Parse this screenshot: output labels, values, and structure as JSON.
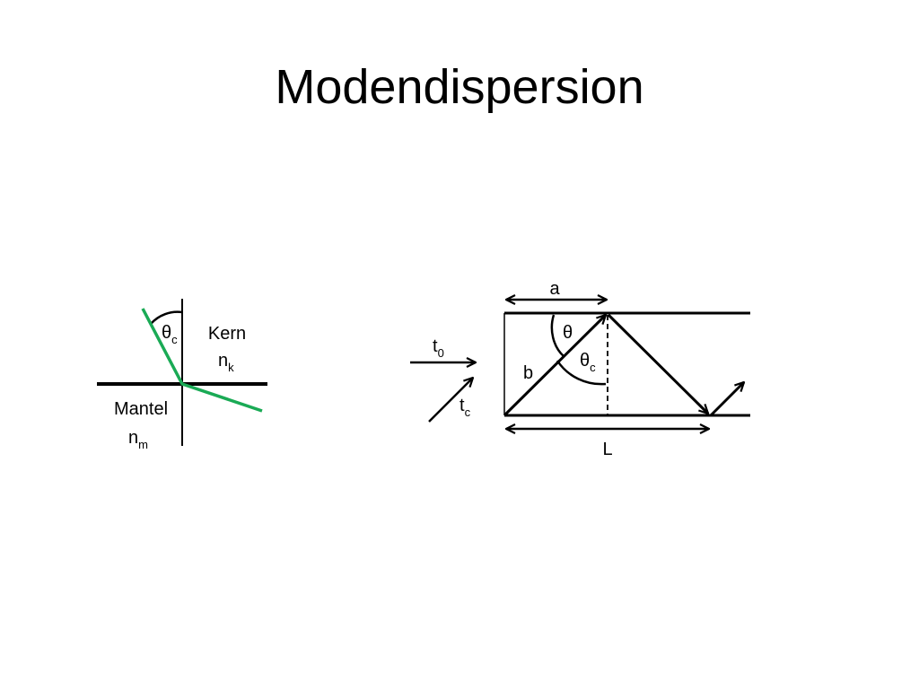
{
  "slide": {
    "title": "Modendispersion"
  },
  "refraction_diagram": {
    "theta_symbol": "θ",
    "theta_subscript": "c",
    "core_name": "Kern",
    "core_index_symbol": "n",
    "core_index_subscript": "k",
    "cladding_name": "Mantel",
    "cladding_index_symbol": "n",
    "cladding_index_subscript": "m",
    "ray_color": "#1aaa55"
  },
  "fiber_diagram": {
    "label_a": "a",
    "label_b": "b",
    "label_L": "L",
    "theta_label": "θ",
    "theta_c_symbol": "θ",
    "theta_c_subscript": "c",
    "t0_symbol": "t",
    "t0_subscript": "0",
    "tc_symbol": "t",
    "tc_subscript": "c"
  }
}
